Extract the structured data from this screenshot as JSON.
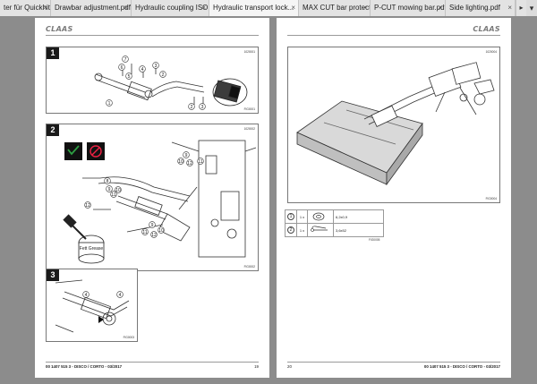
{
  "tabs": [
    {
      "label": "ter für Quickhitc..."
    },
    {
      "label": "Drawbar adjustment.pdf"
    },
    {
      "label": "Hydraulic coupling ISO..."
    },
    {
      "label": "Hydraulic transport lock..."
    },
    {
      "label": "MAX CUT bar protecti..."
    },
    {
      "label": "P-CUT mowing bar.pdf"
    },
    {
      "label": "Side lighting.pdf"
    }
  ],
  "tab_controls": {
    "scroll_right": "▸",
    "menu": "▾",
    "close": "×"
  },
  "left_page": {
    "logo": "CLAAS",
    "steps": [
      {
        "number": "1",
        "docref": "FIG0001",
        "ref_code": "1020001"
      },
      {
        "number": "2",
        "docref": "FIG0002",
        "ref_code": "1020002"
      },
      {
        "number": "3",
        "docref": "FIG0003",
        "ref_code": "1020003"
      }
    ],
    "grease_label": "Fett\nGrease",
    "footer_doc": "00 1407 515 3 - DISCO / CORTO - 03/2017",
    "page_number": "19"
  },
  "right_page": {
    "logo": "CLAAS",
    "docref": "FIG0004",
    "ref_code": "1020004",
    "parts": [
      {
        "num": "1",
        "qty": "1 x",
        "spec": "6,2x0,9"
      },
      {
        "num": "2",
        "qty": "1 x",
        "spec": "3,6x52"
      }
    ],
    "table_ref": "FIG0005",
    "footer_doc": "00 1407 515 3 - DISCO / CORTO - 03/2017",
    "page_number": "20"
  }
}
